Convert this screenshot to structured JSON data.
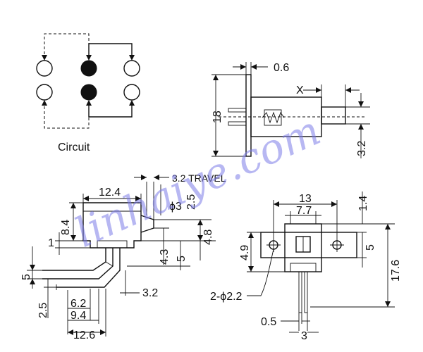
{
  "circuit": {
    "label": "Circuit"
  },
  "side_view": {
    "dim_thickness": "0.6",
    "dim_x": "X",
    "dim_height": "18",
    "dim_pin": "3.2"
  },
  "front_view": {
    "dim_travel": "3.2 TRAVEL",
    "dim_width": "12.4",
    "dim_knob_dia": "ϕ3",
    "dim_knob_h": "2.5",
    "dim_body_h": "8.4",
    "dim_top": "1",
    "dim_base": "4.8",
    "dim_knob_off": "4.3",
    "dim_pin_h": "5",
    "dim_pin_pitch": "5",
    "dim_pin_w": "3.2",
    "dim_span1": "6.2",
    "dim_span2": "9.4",
    "dim_span3": "12.6",
    "dim_pitch": "2.5"
  },
  "rear_view": {
    "dim_width": "13",
    "dim_inner": "7.7",
    "dim_top": "1.4",
    "dim_hole_h": "4.9",
    "dim_mid": "5",
    "dim_total": "17.6",
    "dim_hole_dia": "2-ϕ2.2",
    "dim_pin_t": "0.5",
    "dim_pin_pitch": "3"
  },
  "watermark": "linhaiye.com"
}
